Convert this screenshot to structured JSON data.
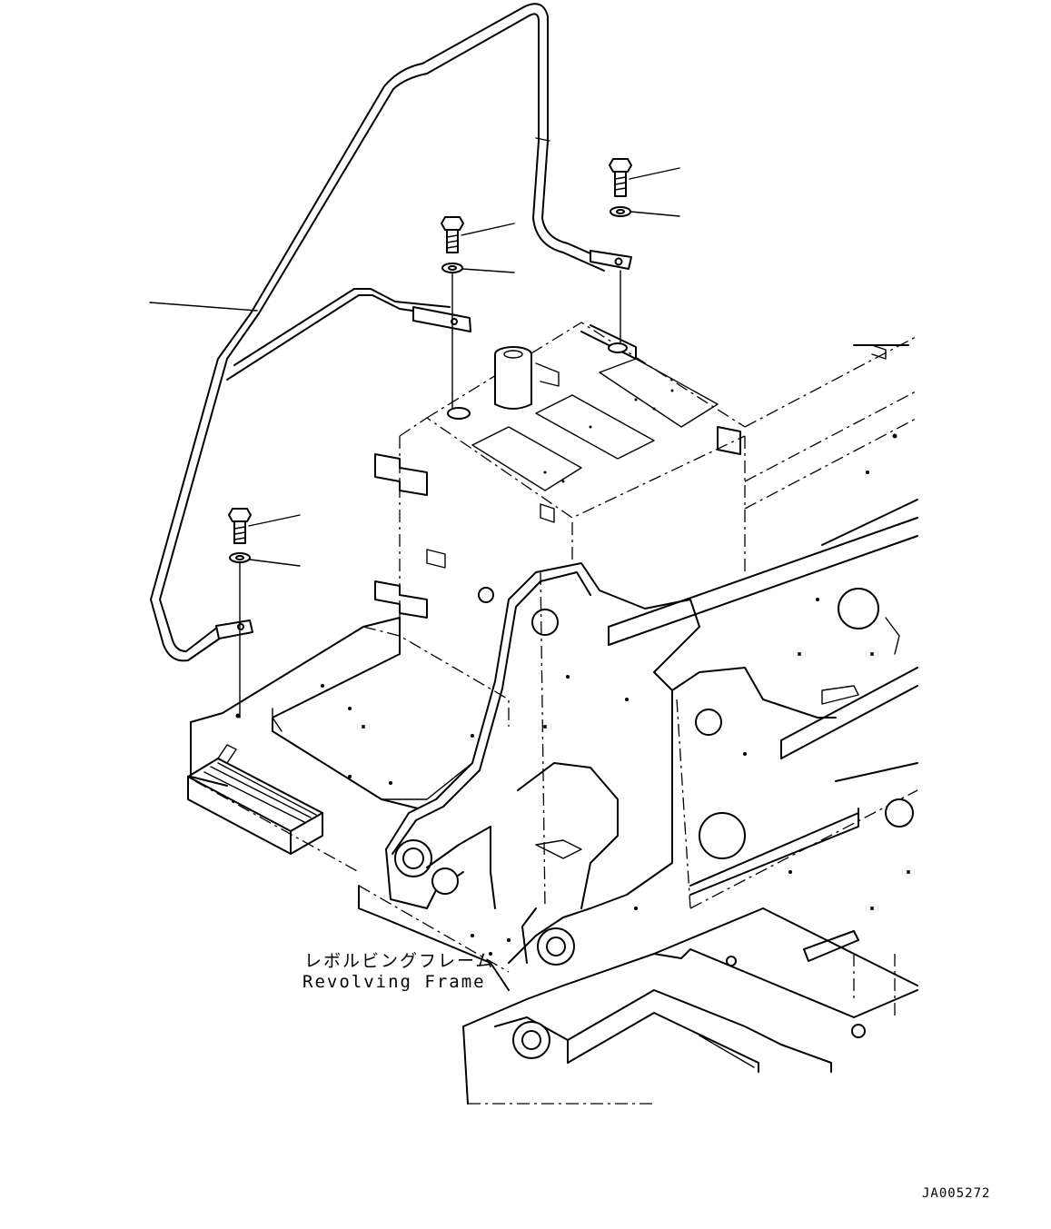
{
  "labels": {
    "frame_name_jp": "レボルビングフレーム",
    "frame_name_en": "Revolving Frame"
  },
  "drawing_id": "JA005272",
  "parts": {
    "handrail": "handrail",
    "bolt": "bolt",
    "washer": "washer"
  }
}
